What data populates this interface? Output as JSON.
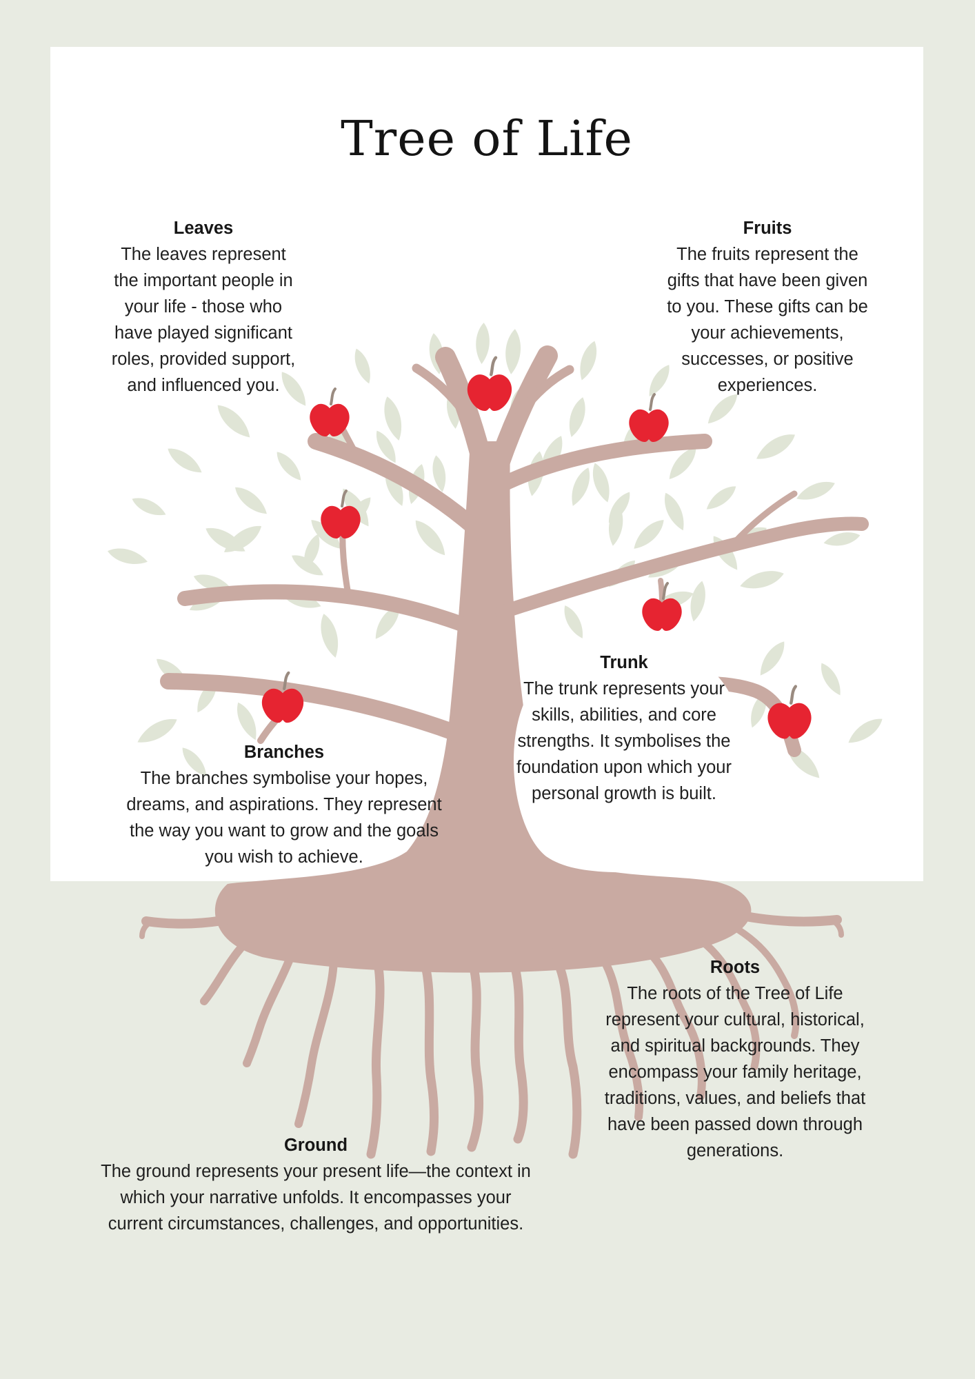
{
  "poster": {
    "title": "Tree of Life",
    "sections": {
      "leaves": {
        "heading": "Leaves",
        "body": "The leaves represent the important people in your life - those who have played significant roles, provided support, and influenced you."
      },
      "fruits": {
        "heading": "Fruits",
        "body": "The fruits represent the gifts that have been given to you. These gifts can be your achievements, successes, or positive experiences."
      },
      "branches": {
        "heading": "Branches",
        "body": "The branches symbolise your hopes, dreams, and aspirations. They represent the way you want to grow and the goals you wish to achieve."
      },
      "trunk": {
        "heading": "Trunk",
        "body": "The trunk represents your skills, abilities, and core strengths. It symbolises the foundation upon which your personal growth is built."
      },
      "roots": {
        "heading": "Roots",
        "body": "The roots of the Tree of Life represent your cultural, historical, and spiritual backgrounds. They encompass your family heritage, traditions, values, and beliefs that have been passed down through generations."
      },
      "ground": {
        "heading": "Ground",
        "body": "The ground represents your present life—the context in which your narrative unfolds. It encompasses your current circumstances, challenges, and opportunities."
      }
    },
    "illustration": {
      "name": "apple-tree-with-roots",
      "apple_count": 7,
      "colors": {
        "background": "#e8ebe2",
        "card": "#ffffff",
        "wood": "#c9aaa2",
        "leaves": "#e0e5d6",
        "apple": "#e62431",
        "apple_stem": "#9a8b80",
        "text": "#1f1f1f"
      }
    }
  }
}
